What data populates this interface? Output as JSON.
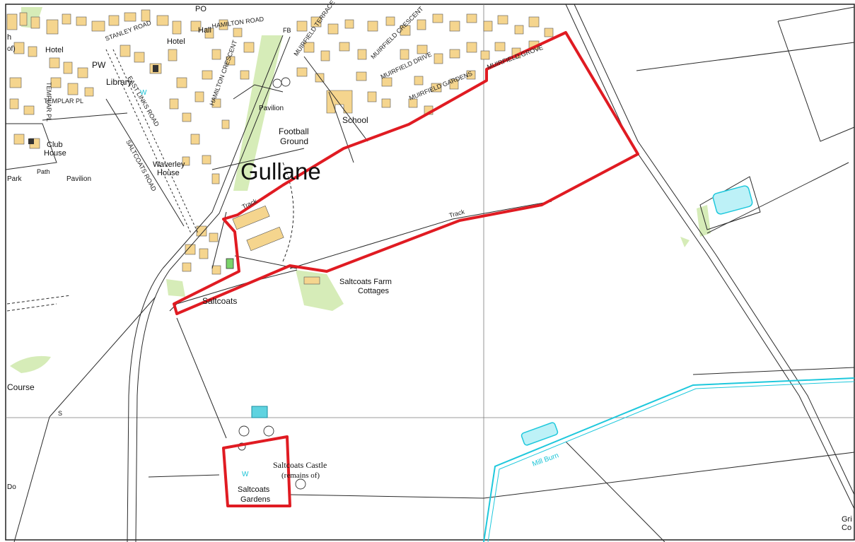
{
  "map": {
    "title": "",
    "colors": {
      "building": "#f5d58e",
      "boundary": "#e01b22",
      "water": "#1ec8dc",
      "water_fill": "#bdf1f7",
      "vegetation": "#d6ecb8",
      "line": "#2a2a2a"
    },
    "places": {
      "town": "Gullane",
      "saltcoats": "Saltcoats",
      "farm_cottages_1": "Saltcoats Farm",
      "farm_cottages_2": "Cottages",
      "castle_1": "Saltcoats Castle",
      "castle_2": "(remains of)",
      "gardens_1": "Saltcoats",
      "gardens_2": "Gardens",
      "football_1": "Football",
      "football_2": "Ground",
      "pavilion_1": "Pavilion",
      "pavilion_2": "Pavilion",
      "school": "School",
      "library": "Library",
      "hotel_1": "Hotel",
      "hotel_2": "Hotel",
      "hall": "Hall",
      "po": "PO",
      "pw": "PW",
      "fb": "FB",
      "w_1": "W",
      "w_2": "W",
      "club_1": "Club",
      "club_2": "House",
      "waverley_1": "Waverley",
      "waverley_2": "House",
      "park": "Park",
      "path": "Path",
      "course": "Course",
      "s_marker": "S",
      "mill_burn": "Mill Burn",
      "grid_1": "Gri",
      "grid_2": "Co",
      "h_of": "h",
      "of_label": "of)",
      "do_label": "Do"
    },
    "roads": {
      "stanley": "STANLEY ROAD",
      "hamilton": "HAMILTON ROAD",
      "templar": "TEMPLAR PL",
      "templar_2": "TEMPLAR PL",
      "saltcoats_road": "SALTCOATS ROAD",
      "east_links": "EAST LINKS ROAD",
      "muirfield_terrace": "MUIRFIELD TERRACE",
      "muirfield_crescent": "MUIRFIELD CRESCENT",
      "muirfield_grove": "MUIRFIELD GROVE",
      "muirfield_gardens": "MUIRFIELD GARDENS",
      "muirfield_drive": "MUIRFIELD DRIVE",
      "hamilton_crescent": "HAMILTON CRESCENT",
      "track_1": "Track",
      "track_2": "Track"
    }
  }
}
